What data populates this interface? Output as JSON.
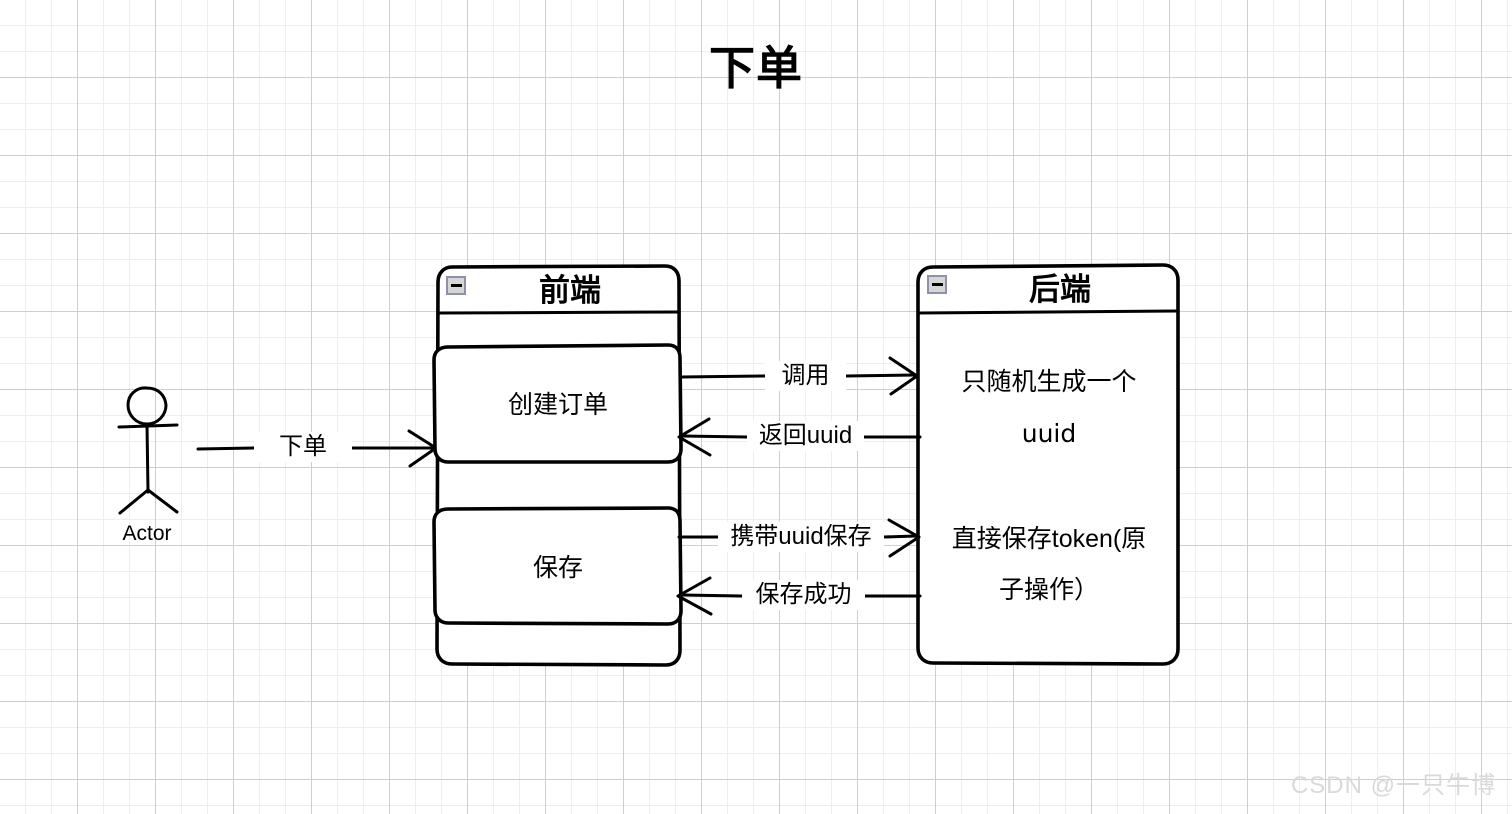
{
  "page": {
    "title": "下单",
    "watermark": "CSDN @一只牛博",
    "background": "#ffffff",
    "stroke_color": "#000000",
    "grid_minor_color": "#eeeeee",
    "grid_major_color": "#cfcfcf",
    "watermark_color": "#d9d9d9"
  },
  "actor": {
    "label": "Actor",
    "icon": "stick-figure-actor"
  },
  "frames": [
    {
      "id": "frontend",
      "title": "前端",
      "collapse_icon": "collapse-minus-icon",
      "nodes": [
        {
          "id": "create-order",
          "label": "创建订单"
        },
        {
          "id": "save",
          "label": "保存"
        }
      ]
    },
    {
      "id": "backend",
      "title": "后端",
      "collapse_icon": "collapse-minus-icon",
      "nodes": [
        {
          "id": "generate-uuid",
          "line1": "只随机生成一个",
          "line2": "uuid"
        },
        {
          "id": "save-token",
          "line1": "直接保存token(原",
          "line2": "子操作）"
        }
      ]
    }
  ],
  "edges": [
    {
      "id": "actor-to-frontend",
      "label": "下单",
      "direction": "right"
    },
    {
      "id": "call",
      "label": "调用",
      "direction": "right"
    },
    {
      "id": "return-uuid",
      "label": "返回uuid",
      "direction": "left"
    },
    {
      "id": "save-with-uuid",
      "label": "携带uuid保存",
      "direction": "right"
    },
    {
      "id": "save-success",
      "label": "保存成功",
      "direction": "left"
    }
  ]
}
